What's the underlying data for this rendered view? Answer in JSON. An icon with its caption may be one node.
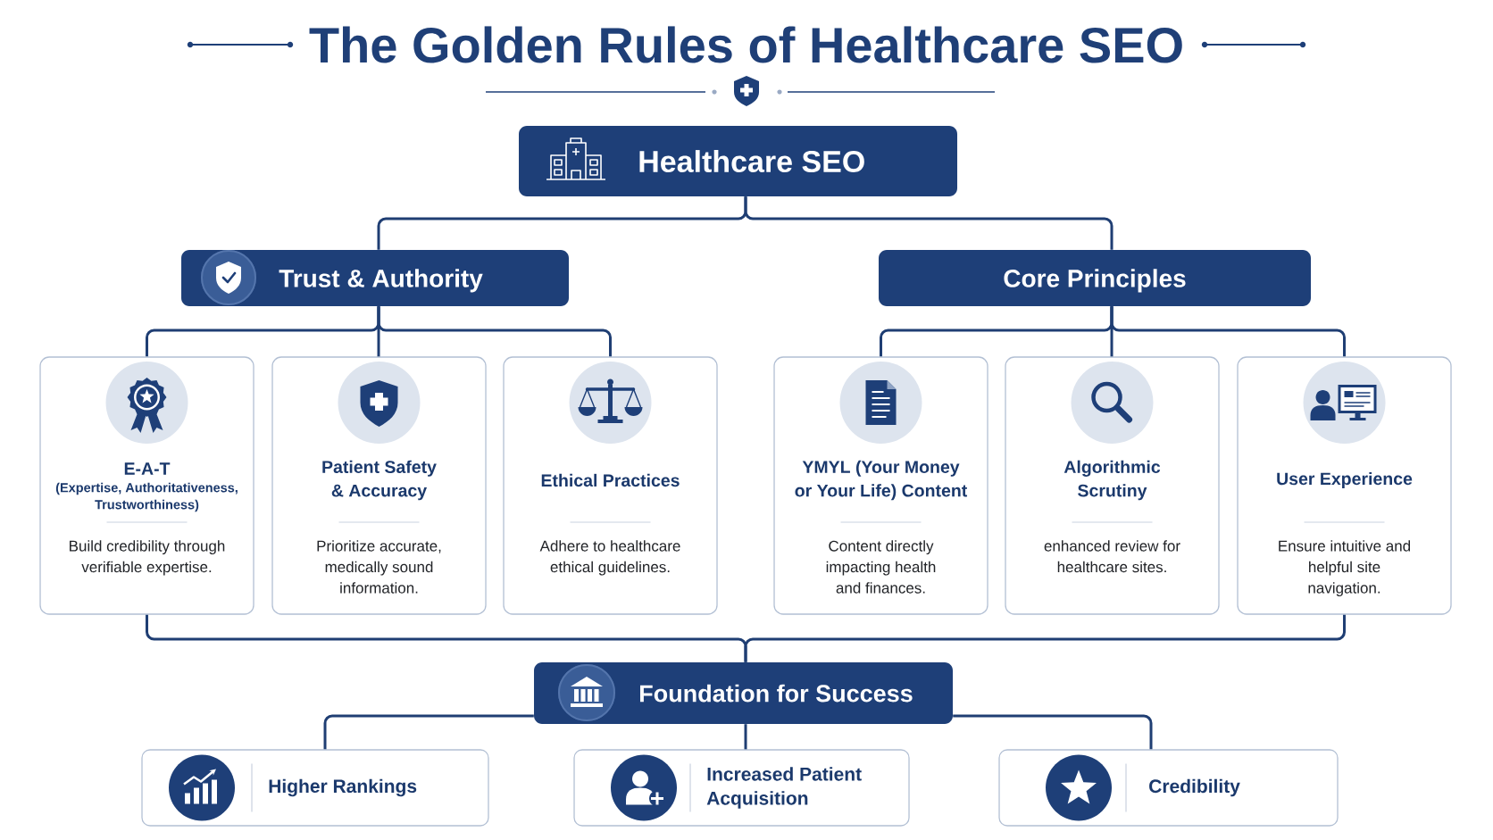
{
  "diagram": {
    "title": "The Golden Rules of Healthcare SEO",
    "nodes": [
      {
        "text": [
          "Healthcare SEO"
        ]
      },
      {
        "text": [
          "Trust & Authority"
        ]
      },
      {
        "text": [
          "Core Principles"
        ]
      },
      {
        "text": [
          "E-A-T",
          "(Expertise, Authoritativeness, Trustworthiness)",
          "Build credibility through verifiable expertise."
        ]
      },
      {
        "text": [
          "Patient Safety & Accuracy",
          "Prioritize accurate, medically sound information."
        ]
      },
      {
        "text": [
          "Ethical Practices",
          "Adhere to healthcare ethical guidelines."
        ]
      },
      {
        "text": [
          "YMYL (Your Money or Your Life) Content",
          "Content directly impacting health and finances."
        ]
      },
      {
        "text": [
          "Algorithmic Scrutiny",
          "enhanced review for healthcare sites."
        ]
      },
      {
        "text": [
          "User Experience",
          "Ensure intuitive and helpful site navigation."
        ]
      },
      {
        "text": [
          "Foundation for Success"
        ]
      },
      {
        "text": [
          "Higher Rankings"
        ]
      },
      {
        "text": [
          "Increased Patient Acquisition"
        ]
      },
      {
        "text": [
          "Credibility"
        ]
      }
    ],
    "edges": [
      {
        "from": 0,
        "to": 1,
        "arrow": "none"
      },
      {
        "from": 0,
        "to": 2,
        "arrow": "none"
      },
      {
        "from": 1,
        "to": 3,
        "arrow": "none"
      },
      {
        "from": 1,
        "to": 4,
        "arrow": "none"
      },
      {
        "from": 1,
        "to": 5,
        "arrow": "none"
      },
      {
        "from": 2,
        "to": 6,
        "arrow": "none"
      },
      {
        "from": 2,
        "to": 7,
        "arrow": "none"
      },
      {
        "from": 2,
        "to": 8,
        "arrow": "none"
      },
      {
        "from": 3,
        "to": 9,
        "arrow": "none"
      },
      {
        "from": 8,
        "to": 9,
        "arrow": "none"
      },
      {
        "from": 9,
        "to": 10,
        "arrow": "none"
      },
      {
        "from": 9,
        "to": 11,
        "arrow": "none"
      },
      {
        "from": 9,
        "to": 12,
        "arrow": "none"
      }
    ]
  }
}
